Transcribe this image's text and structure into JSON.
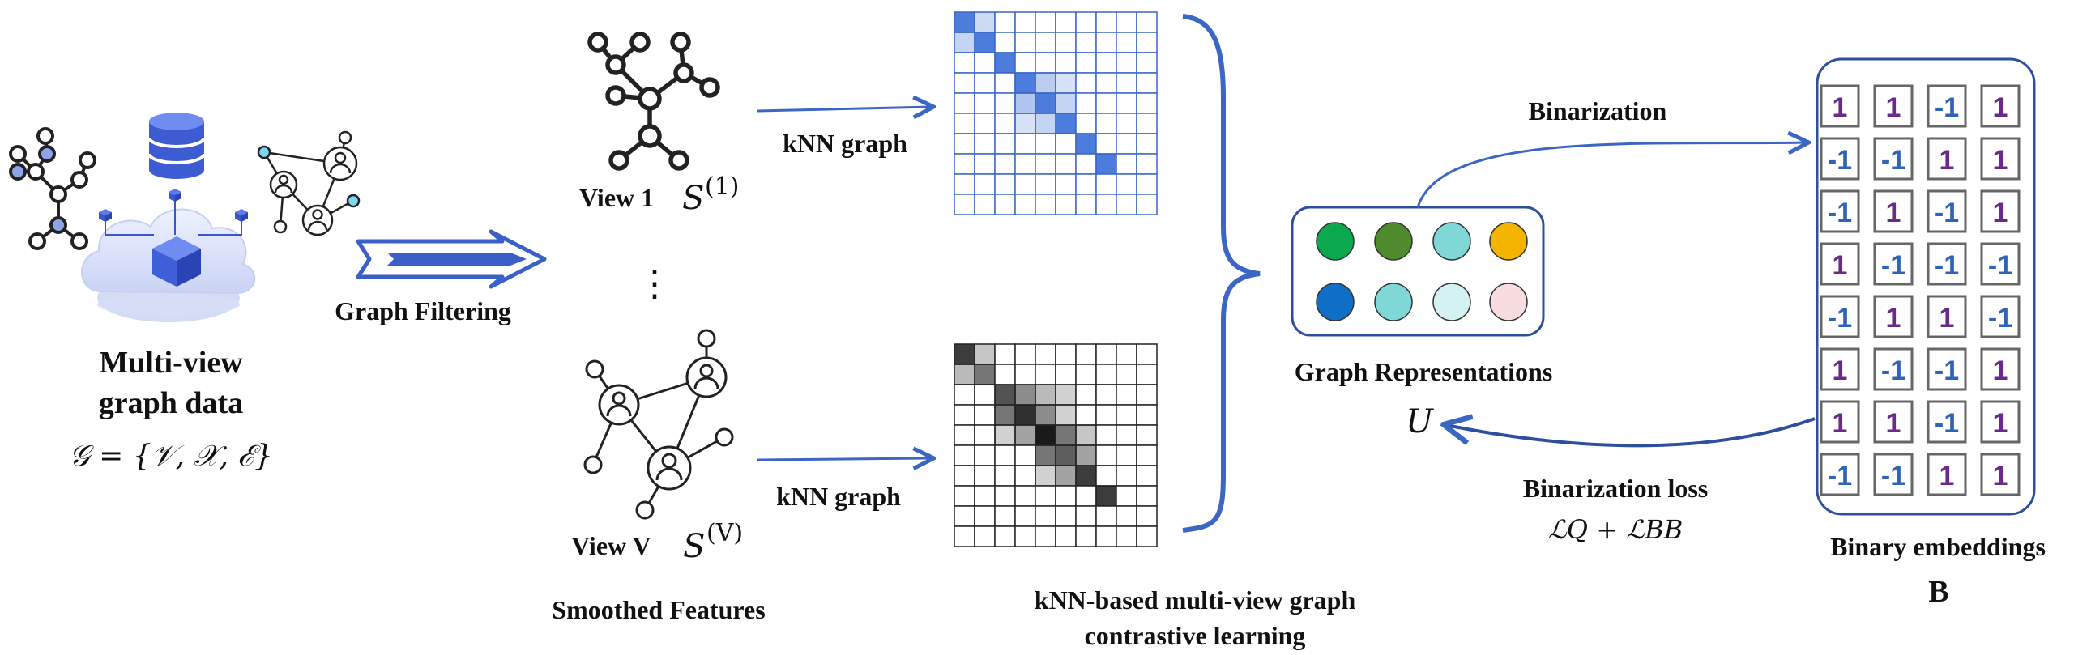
{
  "left_panel": {
    "title_line1": "Multi-view",
    "title_line2": "graph data",
    "formula": "𝒢 = {𝒱, 𝒳, ℰ}"
  },
  "graph_filtering": {
    "label": "Graph Filtering"
  },
  "views": {
    "view1_label": "View 1",
    "view1_symbol": "S",
    "view1_sup": "(1)",
    "dots": "⋮",
    "viewV_label": "View V",
    "viewV_symbol": "S",
    "viewV_sup": "(V)",
    "caption": "Smoothed Features"
  },
  "knn": {
    "top_label": "kNN graph",
    "bottom_label": "kNN graph",
    "caption_line1": "kNN-based multi-view graph",
    "caption_line2": "contrastive learning",
    "top_matrix_color": "#3a6fd8",
    "bottom_matrix_color": "#1a1a1a"
  },
  "representations": {
    "label": "Graph Representations",
    "symbol": "U",
    "colors": [
      "#0aa84f",
      "#4f8a2c",
      "#7fd8d6",
      "#f5b400",
      "#0f6fc6",
      "#7fd8d6",
      "#d4f2f1",
      "#f8dde0"
    ]
  },
  "binarization": {
    "label": "Binarization",
    "loss_label": "Binarization loss",
    "loss_formula": "ℒQ + ℒBB"
  },
  "binary": {
    "label": "Binary embeddings",
    "symbol": "B",
    "rows": [
      [
        "1",
        "1",
        "-1",
        "1"
      ],
      [
        "-1",
        "-1",
        "1",
        "1"
      ],
      [
        "-1",
        "1",
        "-1",
        "1"
      ],
      [
        "1",
        "-1",
        "-1",
        "-1"
      ],
      [
        "-1",
        "1",
        "1",
        "-1"
      ],
      [
        "1",
        "-1",
        "-1",
        "1"
      ],
      [
        "1",
        "1",
        "-1",
        "1"
      ],
      [
        "-1",
        "-1",
        "1",
        "1"
      ]
    ],
    "positive_color": "#6a2a8a",
    "negative_color": "#2f63b8"
  }
}
